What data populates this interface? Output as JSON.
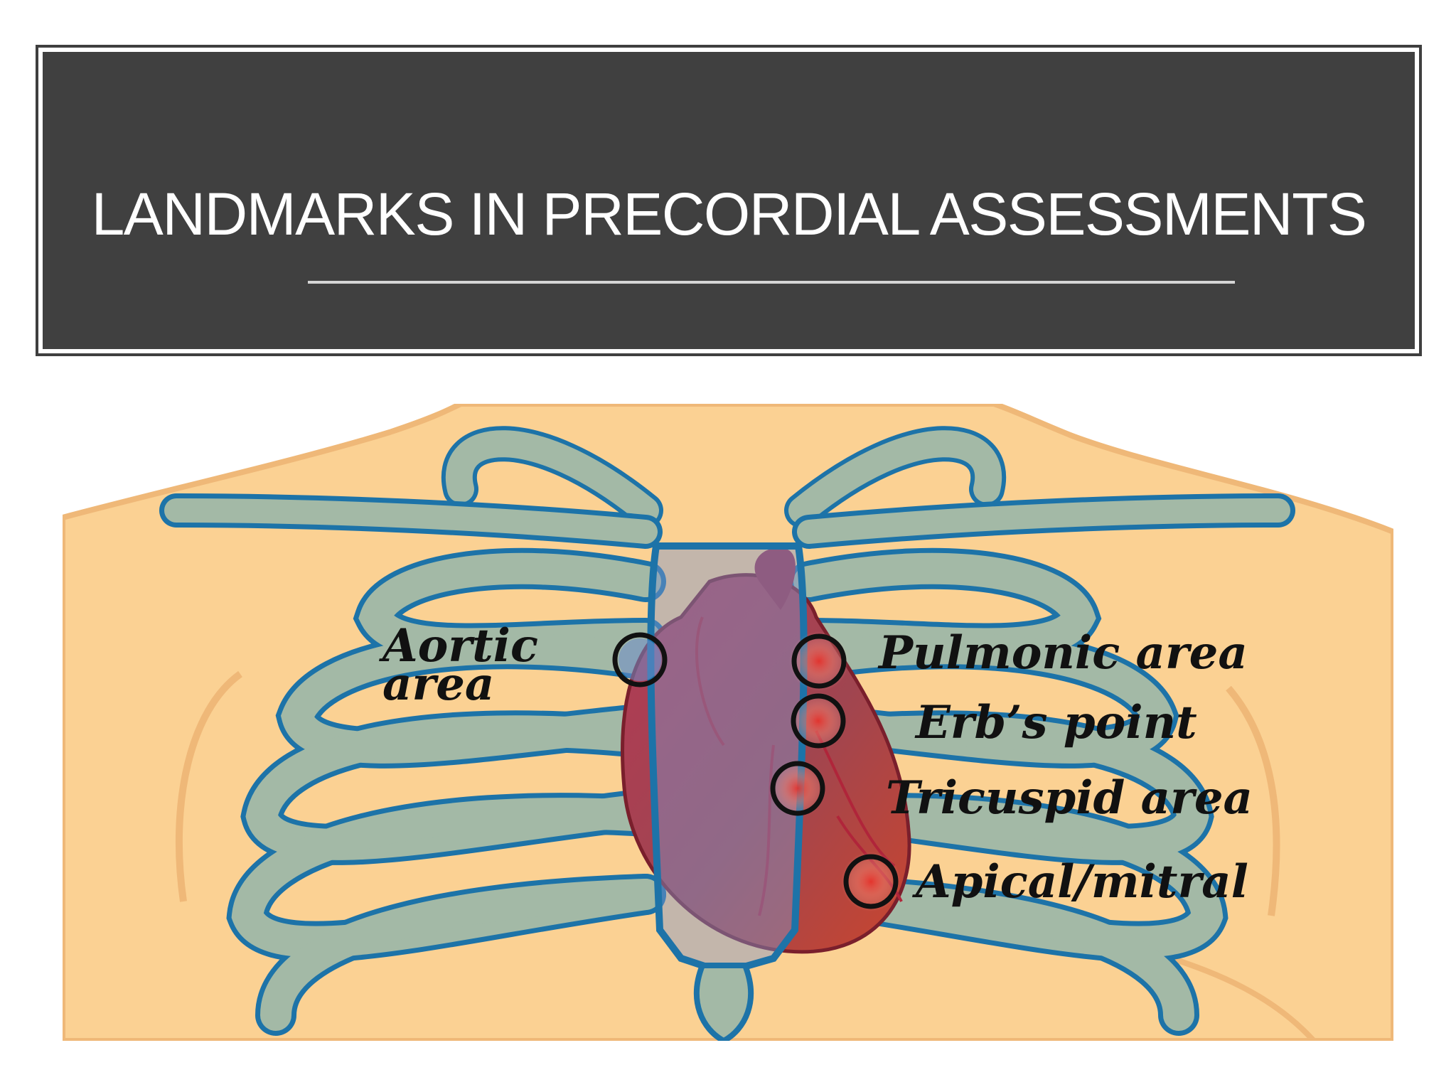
{
  "title": "LANDMARKS IN PRECORDIAL ASSESSMENTS",
  "labels": {
    "aortic_line1": "Aortic",
    "aortic_line2": "area",
    "pulmonic": "Pulmonic area",
    "erbs": "Erb’s point",
    "tricuspid": "Tricuspid area",
    "apical": "Apical/mitral"
  },
  "colors": {
    "title_background": "#404040",
    "title_text": "#ffffff",
    "skin": "#fbd193",
    "skin_outline": "#efb878",
    "bone": "#a3b9a6",
    "bone_outline": "#1d73a8",
    "heart": "#a3414f",
    "heart_right": "#d94b2c",
    "marker": "#111111"
  }
}
